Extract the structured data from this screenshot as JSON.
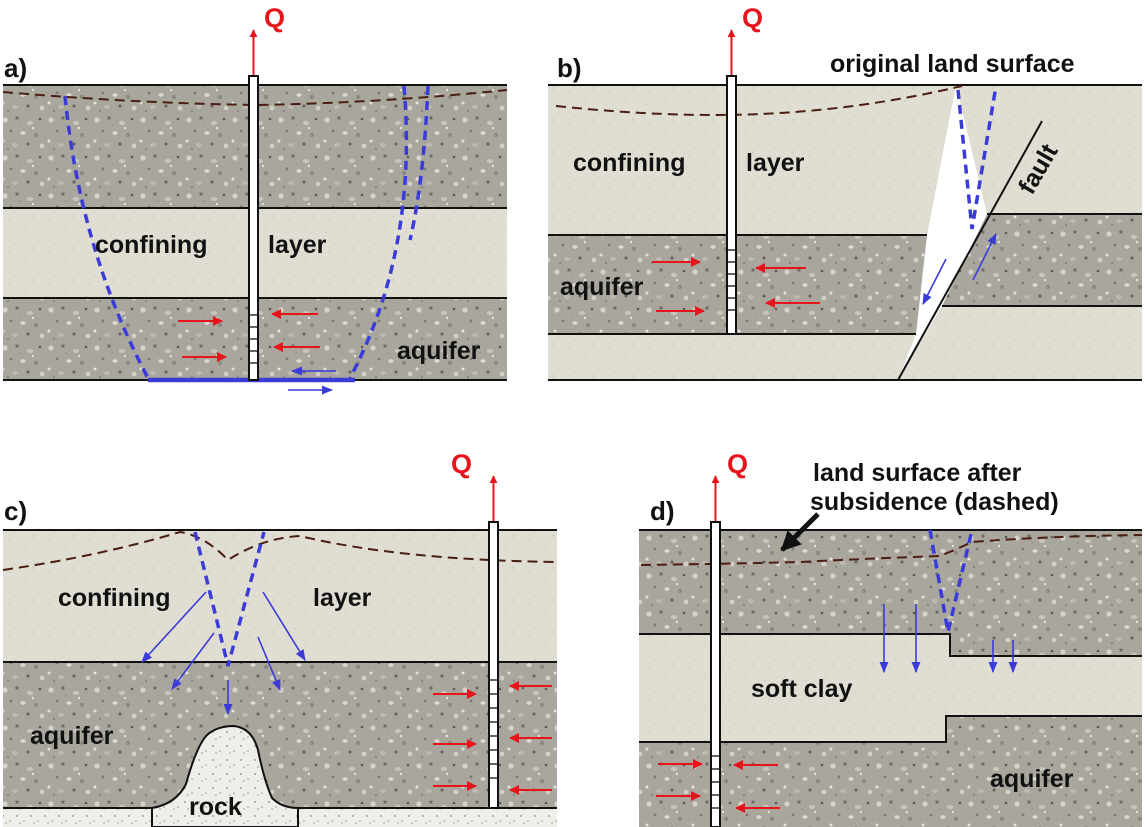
{
  "panels": {
    "a": {
      "letter": "a)",
      "q_label": "Q",
      "confining_label_1": "confining",
      "confining_label_2": "layer",
      "aquifer_label": "aquifer"
    },
    "b": {
      "letter": "b)",
      "q_label": "Q",
      "original_surface_label": "original land surface",
      "confining_label_1": "confining",
      "confining_label_2": "layer",
      "aquifer_label": "aquifer",
      "fault_label": "fault"
    },
    "c": {
      "letter": "c)",
      "q_label": "Q",
      "confining_label_1": "confining",
      "confining_label_2": "layer",
      "aquifer_label": "aquifer",
      "rock_label": "rock"
    },
    "d": {
      "letter": "d)",
      "q_label": "Q",
      "subsidence_label_1": "land surface after",
      "subsidence_label_2": "subsidence (dashed)",
      "clay_label": "soft clay",
      "aquifer_label": "aquifer"
    }
  },
  "colors": {
    "gravel": "#a7a49c",
    "clay": "#e0ddd1",
    "rock": "#ecebe6",
    "well_arrow": "#e8141c",
    "flow": "#3b3bd9",
    "subsidence_line": "#4a1e10"
  }
}
